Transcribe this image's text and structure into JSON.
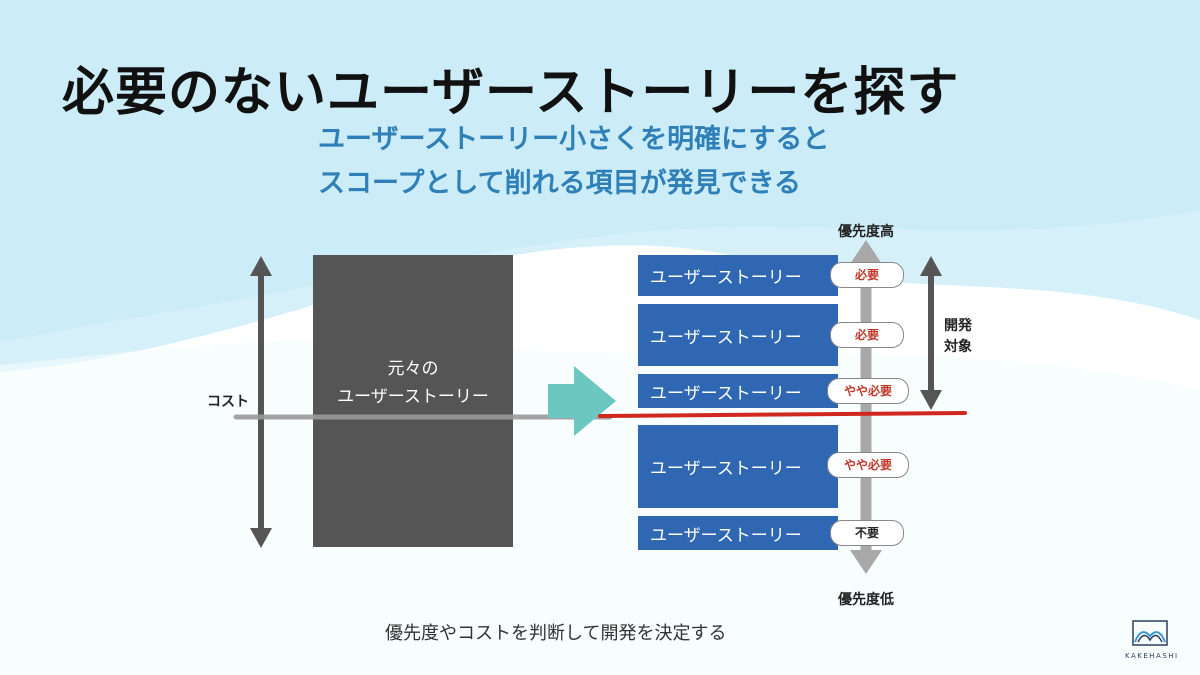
{
  "slide": {
    "title": "必要のないユーザーストーリーを探す",
    "subtitle_lines": [
      "ユーザーストーリー小さくを明確にすると",
      "スコープとして削れる項目が発見できる"
    ],
    "footer": "優先度やコストを判断して開発を決定する"
  },
  "diagram": {
    "cost_label": "コスト",
    "original_label_lines": [
      "元々の",
      "ユーザーストーリー"
    ],
    "priority_high": "優先度高",
    "priority_low": "優先度低",
    "dev_target_lines": [
      "開発",
      "対象"
    ],
    "stories": [
      {
        "label": "ユーザーストーリー",
        "badge": "必要",
        "badge_tone": "red"
      },
      {
        "label": "ユーザーストーリー",
        "badge": "必要",
        "badge_tone": "red"
      },
      {
        "label": "ユーザーストーリー",
        "badge": "やや必要",
        "badge_tone": "red"
      },
      {
        "label": "ユーザーストーリー",
        "badge": "やや必要",
        "badge_tone": "red"
      },
      {
        "label": "ユーザーストーリー",
        "badge": "不要",
        "badge_tone": "neutral"
      }
    ]
  },
  "logo": {
    "text": "KAKEHASHI"
  },
  "colors": {
    "story_blue": "#2f67b3",
    "subtitle_blue": "#2f7fb8",
    "teal_arrow": "#6bc7c0",
    "cut_line_red": "#d0281e",
    "original_box": "#555555"
  }
}
